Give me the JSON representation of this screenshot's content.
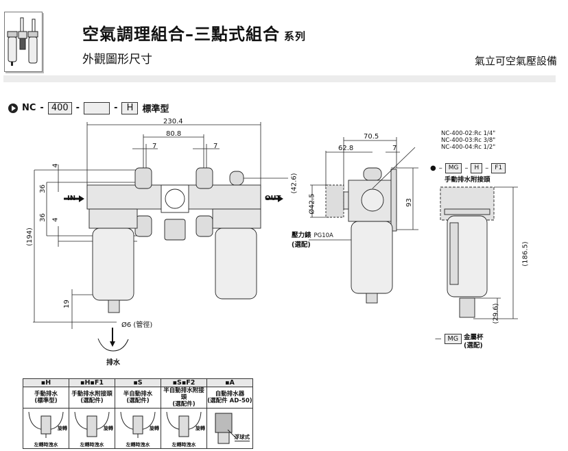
{
  "header": {
    "title": "空氣調理組合–三點式組合",
    "title_suffix": "系列",
    "subtitle": "外觀圖形尺寸",
    "brand": "氣立可空氣壓設備"
  },
  "model_code": {
    "prefix": "NC",
    "size": "400",
    "port": "",
    "option": "H",
    "option_label": "標準型"
  },
  "front_view": {
    "dims": {
      "overall_width": "230.4",
      "bracket_pitch": "80.8",
      "bracket_width_left": "7",
      "bracket_width_right": "7",
      "top_offset": "4",
      "upper_half": "36",
      "lower_half": "36",
      "bottom_offset": "4",
      "overall_height": "(194)",
      "drain_length": "19",
      "tube_diameter": "Ø6 (管徑)",
      "outlet_height": "(42.6)"
    },
    "labels": {
      "in": "IN",
      "out": "OUT",
      "drain": "排水"
    }
  },
  "side_view": {
    "dims": {
      "depth": "70.5",
      "gauge_offset": "62.8",
      "bracket": "7",
      "height": "93",
      "gauge_diameter": "Ø42.5"
    },
    "port_callout": [
      "NC-400-02:Rc 1/4\"",
      "NC-400-03:Rc 3/8\"",
      "NC-400-04:Rc 1/2\""
    ],
    "gauge_label": "壓力錶",
    "gauge_model": "PG10A",
    "gauge_note": "(選配)"
  },
  "option_view": {
    "codes": [
      "MG",
      "H",
      "F1"
    ],
    "label": "手動排水附接頭",
    "dims": {
      "overall": "(186.5)",
      "drain": "(29.6)"
    },
    "mg_code": "MG",
    "mg_label": "金屬杯",
    "mg_note": "(選配)"
  },
  "drain_table": {
    "columns": [
      {
        "code": "▪H",
        "desc1": "手動排水",
        "desc2": "(標準型)",
        "caption": "左轉時洩水",
        "side": "旋轉"
      },
      {
        "code": "▪H▪F1",
        "desc1": "手動排水附接頭",
        "desc2": "(選配件)",
        "caption": "左轉時洩水",
        "side": "旋轉"
      },
      {
        "code": "▪S",
        "desc1": "半自動排水",
        "desc2": "(選配件)",
        "caption": "左轉時洩水",
        "side": "旋轉"
      },
      {
        "code": "▪S▪F2",
        "desc1": "半自動排水附接頭",
        "desc2": "(選配件)",
        "caption": "左轉時洩水",
        "side": "旋轉"
      },
      {
        "code": "▪A",
        "desc1": "自動排水器",
        "desc2": "(選配件 AD-50)",
        "caption": "",
        "side": "浮球式"
      }
    ]
  }
}
